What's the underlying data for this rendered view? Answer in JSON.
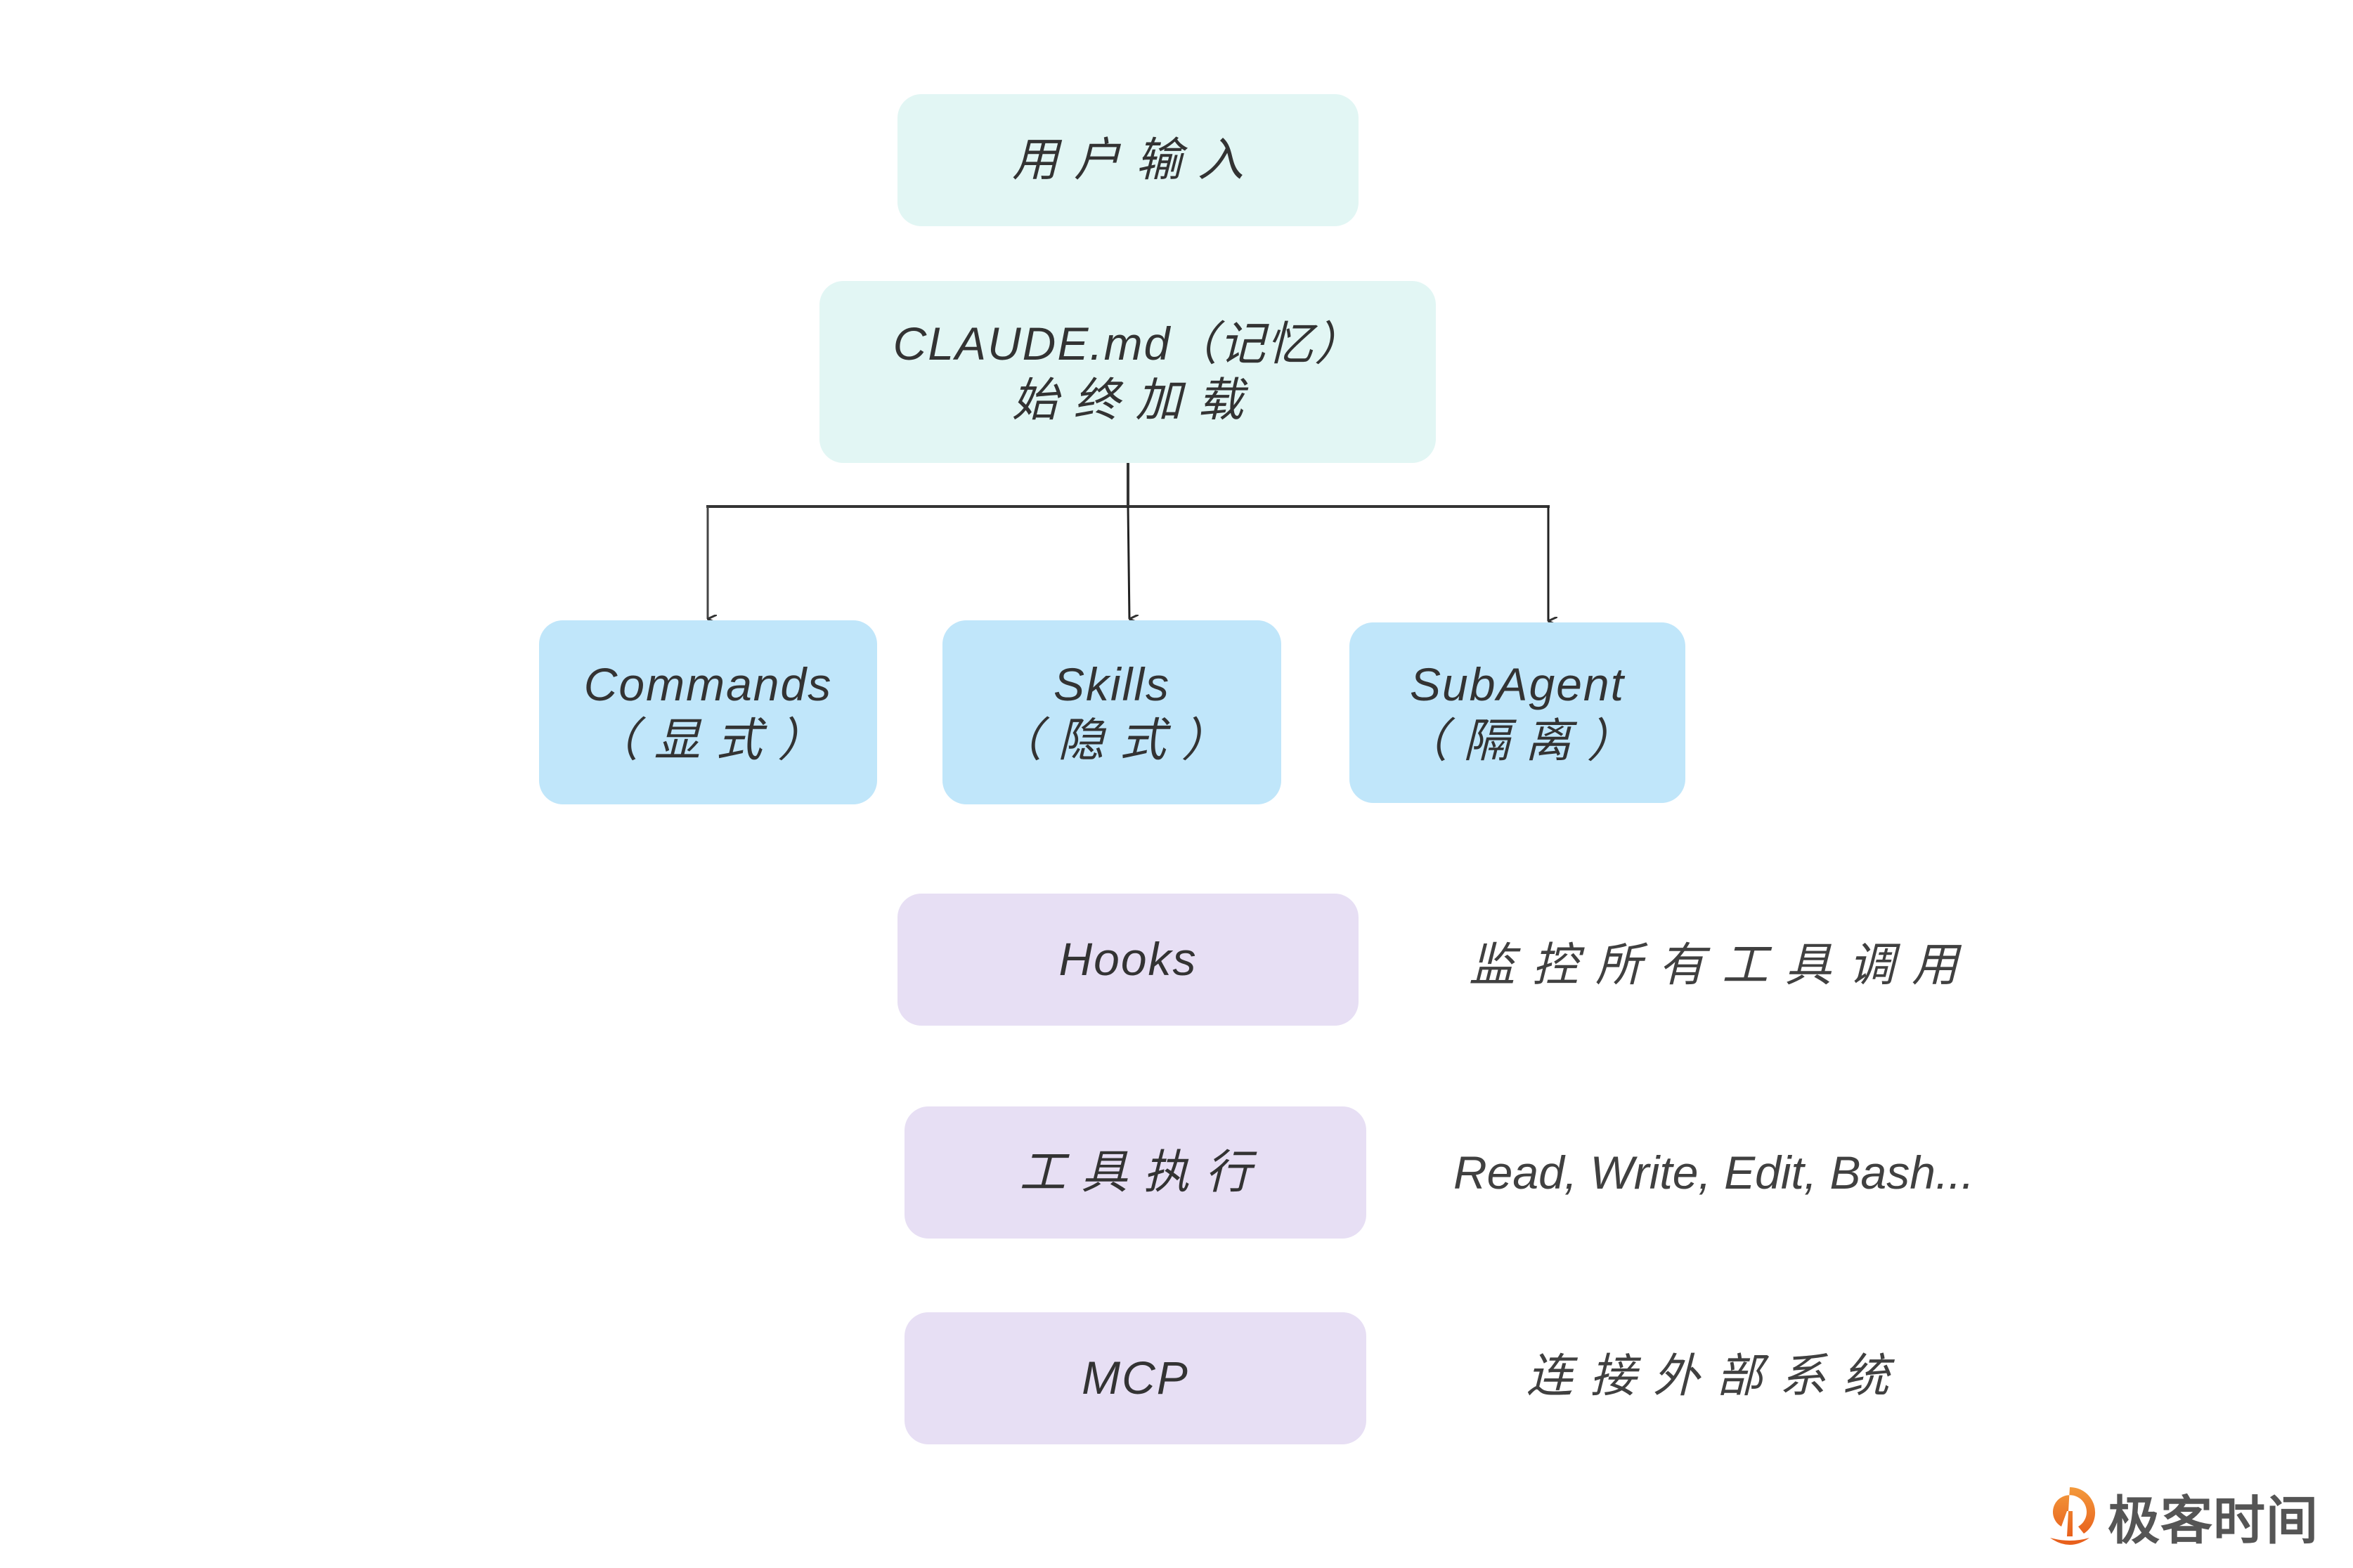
{
  "diagram": {
    "nodes": {
      "user_input": {
        "label": "用户输入"
      },
      "claude_md": {
        "line1": "CLAUDE.md（记忆）",
        "line2": "始终加载"
      },
      "commands": {
        "line1": "Commands",
        "line2": "（显式）"
      },
      "skills": {
        "line1": "Skills",
        "line2": "（隐式）"
      },
      "subagent": {
        "line1": "SubAgent",
        "line2": "（隔离）"
      },
      "hooks": {
        "label": "Hooks"
      },
      "tool_exec": {
        "label": "工具执行"
      },
      "mcp": {
        "label": "MCP"
      }
    },
    "notes": {
      "hooks": "监控所有工具调用",
      "tool_exec": "Read, Write, Edit, Bash...",
      "mcp": "连接外部系统"
    },
    "edges": [
      {
        "from": "claude_md",
        "to": "commands"
      },
      {
        "from": "claude_md",
        "to": "skills"
      },
      {
        "from": "claude_md",
        "to": "subagent"
      }
    ],
    "colors": {
      "mint": "#E2F6F4",
      "blue": "#C0E6FA",
      "purple": "#E7DFF4",
      "text": "#333333",
      "line": "#333333",
      "logo_orange": "#EE7A24"
    }
  },
  "brand": {
    "logo_text": "极客时间",
    "logo_icon": "geektime-logo-icon"
  }
}
